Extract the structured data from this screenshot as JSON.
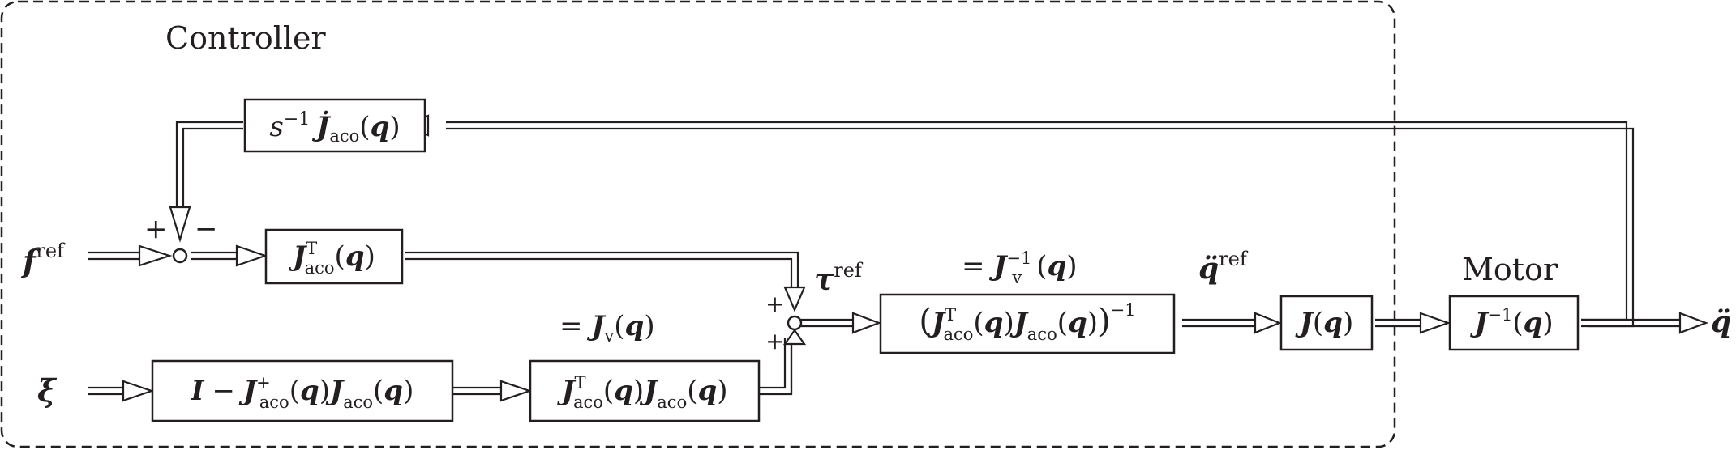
{
  "controller_label": "Controller",
  "motor_label": "Motor",
  "inputs": {
    "f": {
      "base": "f",
      "sup": "ref"
    },
    "xi": {
      "base": "ξ"
    }
  },
  "output": {
    "base": "q̈"
  },
  "signals": {
    "tau": {
      "base": "τ",
      "sup": "ref"
    },
    "qdd_ref": {
      "base": "q̈",
      "sup": "ref"
    }
  },
  "sum_signs": {
    "top_plus": "+",
    "top_minus": "−",
    "bottom_plus_1": "+",
    "bottom_plus_2": "+"
  },
  "annotations": {
    "jv": "= Jᵥ(q)",
    "jv_inv": "= Jᵥ⁻¹(q)"
  },
  "blocks": {
    "jdot": "s⁻¹ J̇ₐ꜀ₒ(q)",
    "jt": "Jᵀₐ꜀ₒ(q)",
    "null": "I − J⁺ₐ꜀ₒ(q) Jₐ꜀ₒ(q)",
    "jtj": "Jᵀₐ꜀ₒ(q) Jₐ꜀ₒ(q)",
    "inv": "(Jᵀₐ꜀ₒ(q) Jₐ꜀ₒ(q))⁻¹",
    "jq": "J(q)",
    "jinv": "J⁻¹(q)"
  },
  "colors": {
    "ink": "#231f20",
    "background": "#ffffff"
  }
}
